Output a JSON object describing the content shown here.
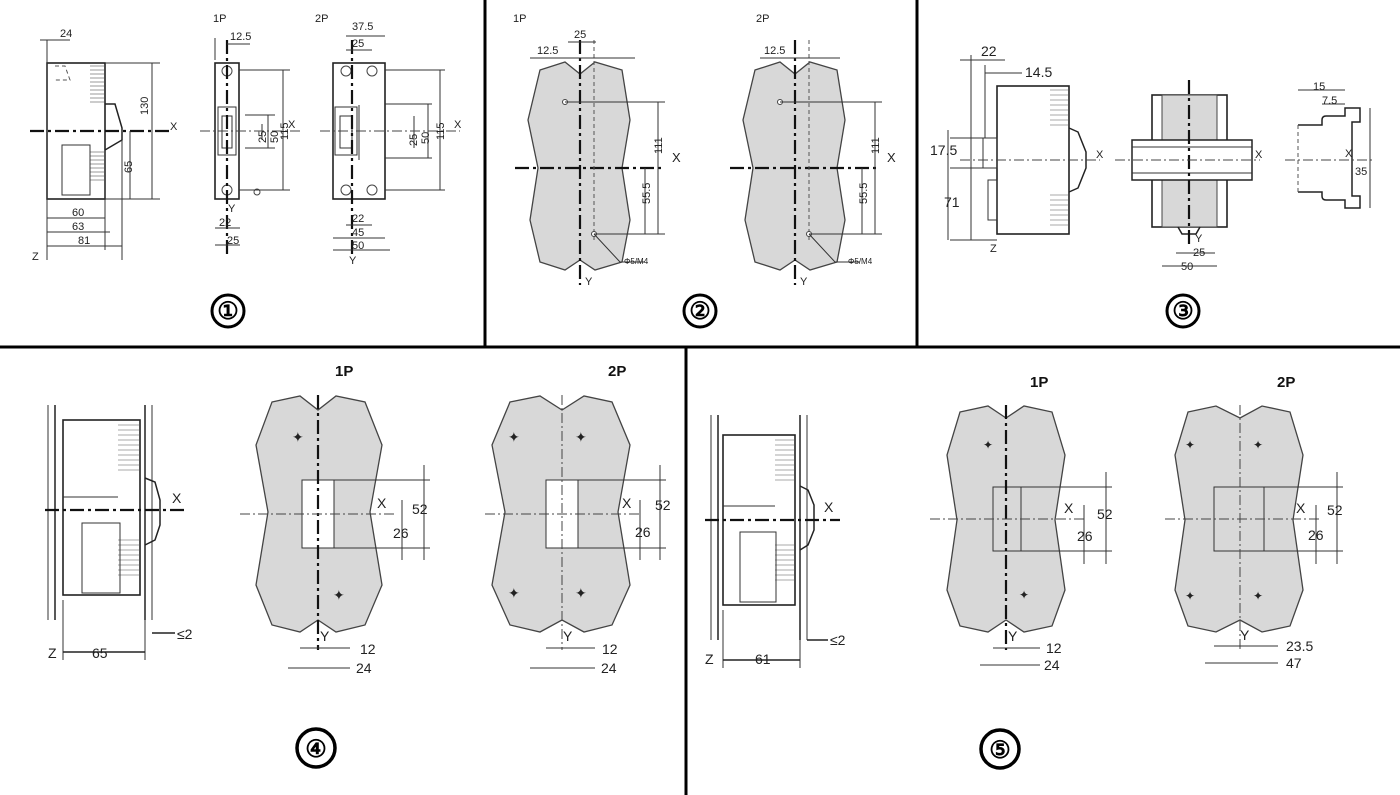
{
  "panel1": {
    "number": "①",
    "label_1p": "1P",
    "label_2p": "2P",
    "side": {
      "top": "24",
      "height": "130",
      "mid": "65",
      "w1": "60",
      "w2": "63",
      "w3": "81",
      "x": "X",
      "z": "Z"
    },
    "p1": {
      "top": "12.5",
      "d1": "25",
      "d2": "50",
      "d3": "115",
      "b1": "22",
      "b2": "25",
      "x": "X",
      "y": "Y"
    },
    "p2": {
      "top1": "37.5",
      "top2": "25",
      "d1": "25",
      "d2": "50",
      "d3": "115",
      "b1": "22",
      "b2": "45",
      "b3": "50",
      "x": "X",
      "y": "Y"
    }
  },
  "panel2": {
    "number": "②",
    "label_1p": "1P",
    "label_2p": "2P",
    "p1": {
      "t1": "12.5",
      "t2": "25",
      "h1": "111",
      "h2": "55.5",
      "hole": "Φ5/M4",
      "x": "X",
      "y": "Y"
    },
    "p2": {
      "t1": "12.5",
      "h1": "111",
      "h2": "55.5",
      "hole": "Φ5/M4",
      "x": "X",
      "y": "Y"
    }
  },
  "panel3": {
    "number": "③",
    "side": {
      "t1": "22",
      "t2": "14.5",
      "h1": "17.5",
      "h2": "71",
      "x": "X",
      "z": "Z"
    },
    "front": {
      "b1": "25",
      "b2": "50",
      "x": "X",
      "y": "Y"
    },
    "rail": {
      "t1": "15",
      "t2": "7.5",
      "h": "35",
      "x": "X"
    }
  },
  "panel4": {
    "number": "④",
    "label_1p": "1P",
    "label_2p": "2P",
    "side": {
      "w": "65",
      "gap": "≤2",
      "x": "X",
      "z": "Z"
    },
    "p1": {
      "h1": "52",
      "h2": "26",
      "b1": "12",
      "b2": "24",
      "x": "X",
      "y": "Y"
    },
    "p2": {
      "h1": "52",
      "h2": "26",
      "b1": "12",
      "b2": "24",
      "x": "X",
      "y": "Y"
    }
  },
  "panel5": {
    "number": "⑤",
    "label_1p": "1P",
    "label_2p": "2P",
    "side": {
      "w": "61",
      "gap": "≤2",
      "x": "X",
      "z": "Z"
    },
    "p1": {
      "h1": "52",
      "h2": "26",
      "b1": "12",
      "b2": "24",
      "x": "X",
      "y": "Y"
    },
    "p2": {
      "h1": "52",
      "h2": "26",
      "b1": "23.5",
      "b2": "47",
      "x": "X",
      "y": "Y"
    }
  }
}
